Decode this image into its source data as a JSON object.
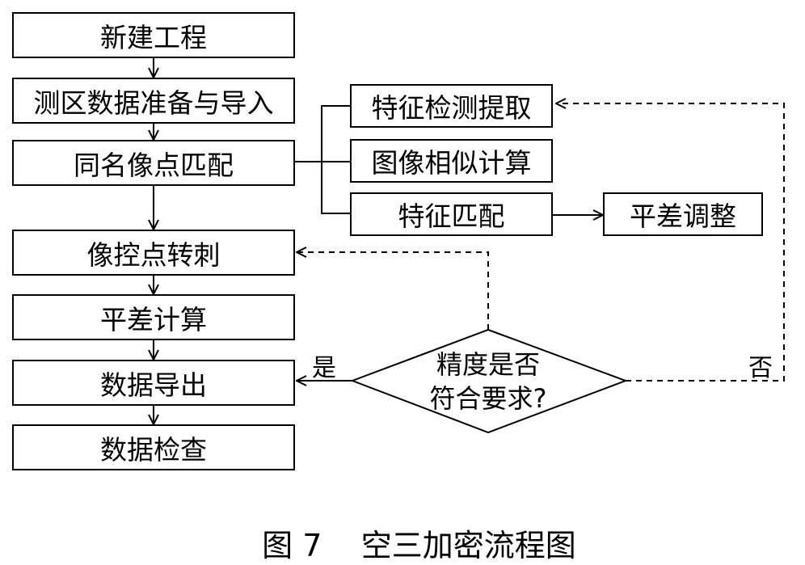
{
  "main_flow": {
    "new_project": "新建工程",
    "data_prep_import": "测区数据准备与导入",
    "tie_point_matching": "同名像点匹配",
    "gcp_transfer": "像控点转刺",
    "adjustment_calc": "平差计算",
    "data_export": "数据导出",
    "data_check": "数据检查"
  },
  "sub_flow": {
    "feature_detection": "特征检测提取",
    "image_similarity": "图像相似计算",
    "feature_matching": "特征匹配",
    "adjustment": "平差调整"
  },
  "decision": {
    "line1": "精度是否",
    "line2": "符合要求?",
    "yes_label": "是",
    "no_label": "否"
  },
  "caption": {
    "figure_no": "图 7",
    "title": "空三加密流程图"
  }
}
